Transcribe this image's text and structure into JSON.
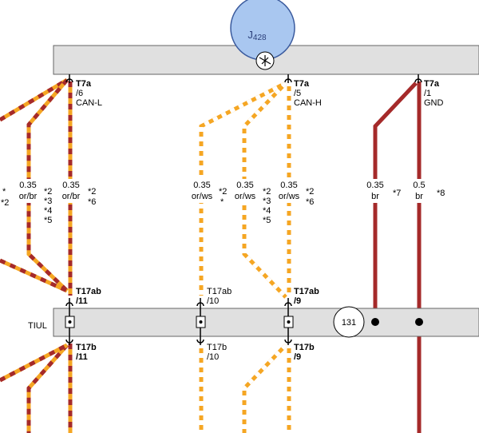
{
  "component": {
    "name": "J",
    "subscript": "428"
  },
  "top_pins": [
    {
      "connector": "T7a",
      "pin": "/6",
      "signal": "CAN-L"
    },
    {
      "connector": "T7a",
      "pin": "/5",
      "signal": "CAN-H"
    },
    {
      "connector": "T7a",
      "pin": "/1",
      "signal": "GND"
    }
  ],
  "wire_labels": [
    {
      "size": "0.35",
      "color": "or/br",
      "notes_left": [
        "*",
        "*2"
      ],
      "notes_right": [
        "*2",
        "*3",
        "*4",
        "*5"
      ]
    },
    {
      "size": "0.35",
      "color": "or/br",
      "notes_right": [
        "*2",
        "*6"
      ]
    },
    {
      "size": "0.35",
      "color": "or/ws",
      "notes_right": [
        "*2",
        "*"
      ]
    },
    {
      "size": "0.35",
      "color": "or/ws",
      "notes_right": [
        "*2",
        "*3",
        "*4",
        "*5"
      ]
    },
    {
      "size": "0.35",
      "color": "or/ws",
      "notes_right": [
        "*2",
        "*6"
      ]
    },
    {
      "size": "0.35",
      "color": "br",
      "notes_right": [
        "*7"
      ]
    },
    {
      "size": "0.5",
      "color": "br",
      "notes_right": [
        "*8"
      ]
    }
  ],
  "connector_bar": {
    "name": "TIUL",
    "upper_pins": [
      {
        "connector": "T17ab",
        "pin": "/11"
      },
      {
        "connector": "T17ab",
        "pin": "/10"
      },
      {
        "connector": "T17ab",
        "pin": "/9"
      }
    ],
    "lower_pins": [
      {
        "connector": "T17b",
        "pin": "/11"
      },
      {
        "connector": "T17b",
        "pin": "/10"
      },
      {
        "connector": "T17b",
        "pin": "/9"
      }
    ]
  },
  "ground_ref": "131",
  "colors": {
    "orange": "#f5a623",
    "brown": "#a52a2a",
    "white": "#ffffff",
    "bar_fill": "#e0e0e0",
    "component_fill": "#a9c7f0"
  }
}
